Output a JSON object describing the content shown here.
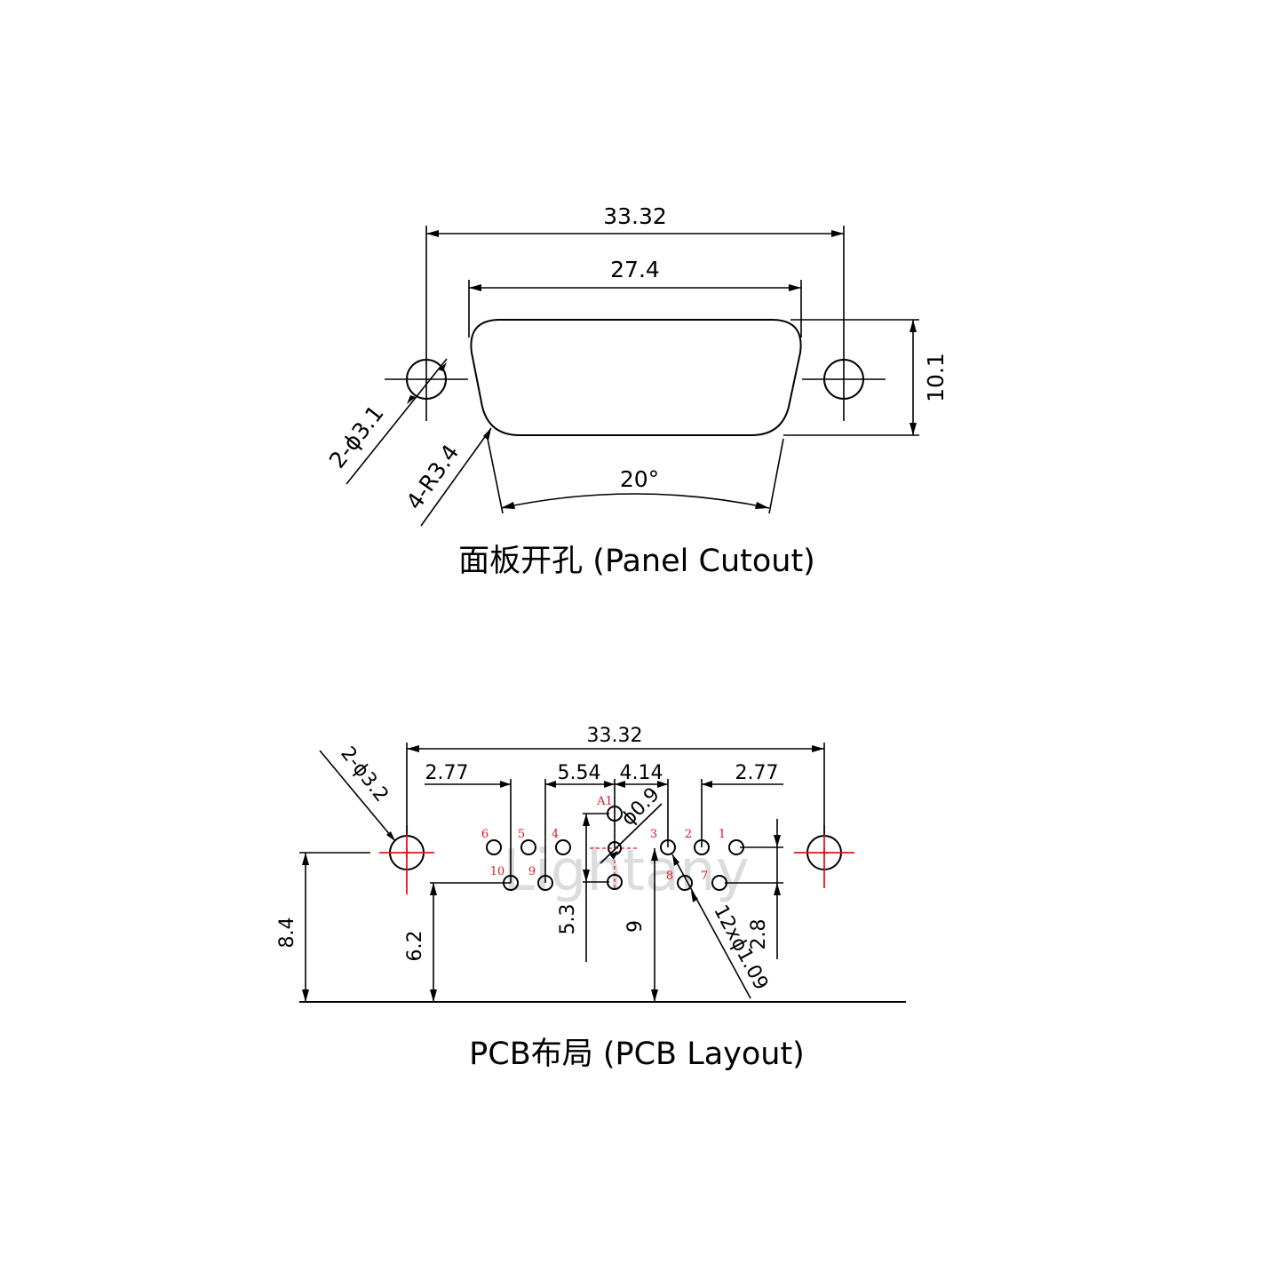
{
  "panel": {
    "dims": {
      "overall_width": "33.32",
      "cutout_width": "27.4",
      "height": "10.1",
      "holes": "2-ϕ3.1",
      "radius": "4-R3.4",
      "angle": "20°"
    },
    "caption": "面板开孔 (Panel Cutout)"
  },
  "pcb": {
    "dims": {
      "overall_width": "33.32",
      "holes": "2-ϕ3.2",
      "left_pitch": "2.77",
      "mid_pitch": "5.54",
      "center_pitch": "4.14",
      "right_pitch": "2.77",
      "small_pin": "ϕ0.9",
      "pins": "12xϕ1.09",
      "height_left": "8.4",
      "height_row": "6.2",
      "height_mid_col": "5.3",
      "height_center": "9",
      "height_right": "2.8"
    },
    "pin_labels": {
      "a1": "A1",
      "p1": "1",
      "p2": "2",
      "p3": "3",
      "p4": "4",
      "p5": "5",
      "p6": "6",
      "p7": "7",
      "p8": "8",
      "p9": "9",
      "p10": "10"
    },
    "watermark": "Lightany",
    "caption": "PCB布局 (PCB Layout)"
  },
  "colors": {
    "line": "#000000",
    "centerline": "#e8141c",
    "watermark": "#dcdcdc"
  }
}
